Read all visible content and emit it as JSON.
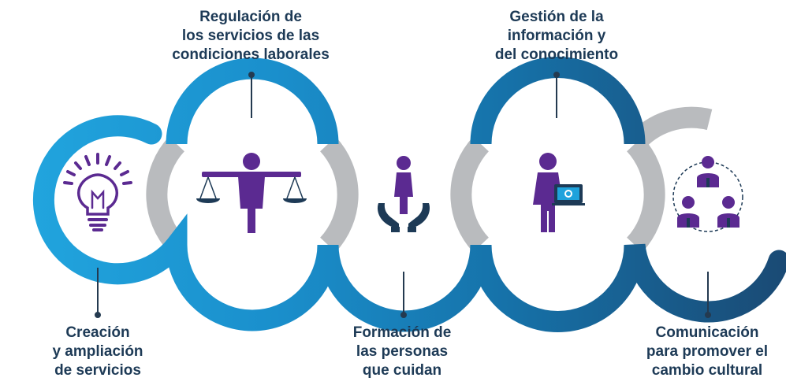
{
  "pillars": [
    {
      "id": "creacion",
      "icon": "lightbulb-icon",
      "lines": [
        "Creación",
        "y ampliación",
        "de servicios"
      ]
    },
    {
      "id": "regulacion",
      "icon": "scales-person-icon",
      "lines": [
        "Regulación de",
        "los servicios de las",
        "condiciones laborales"
      ]
    },
    {
      "id": "formacion",
      "icon": "hands-person-icon",
      "lines": [
        "Formación de",
        "las personas",
        "que cuidan"
      ]
    },
    {
      "id": "gestion",
      "icon": "person-laptop-icon",
      "lines": [
        "Gestión de la",
        "información y",
        "del conocimiento"
      ]
    },
    {
      "id": "comunicacion",
      "icon": "people-network-icon",
      "lines": [
        "Comunicación",
        "para promover el",
        "cambio cultural"
      ]
    }
  ],
  "colors": {
    "ring_light": "#1ea2dc",
    "ring_mid": "#1779b4",
    "ring_dark": "#194f7a",
    "ring_gray": "#b9bbbe",
    "icon_purple": "#5b2a91",
    "label_text": "#1d3a56",
    "connector": "#243a50"
  }
}
